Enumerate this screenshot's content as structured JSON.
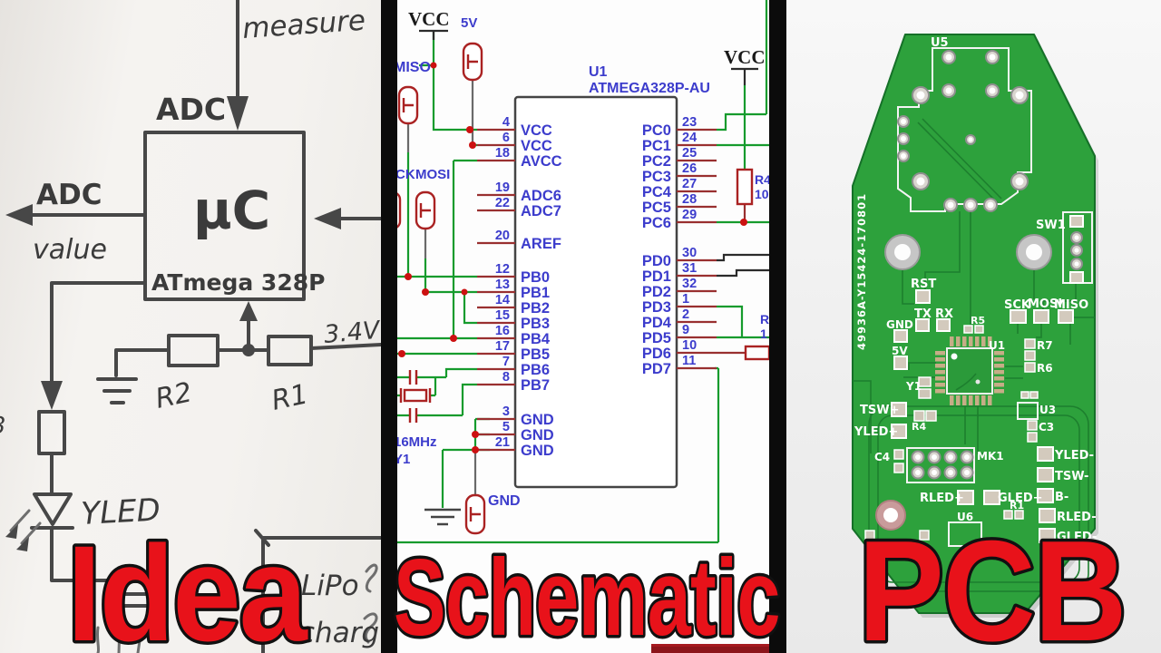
{
  "captions": {
    "idea": "Idea",
    "schematic": "Schematic",
    "pcb": "PCB"
  },
  "colors": {
    "caption_red": "#e8121a",
    "caption_outline": "#111111",
    "board_green": "#2da13c",
    "trace_green": "#1d7f2e",
    "wire_green": "#169b2d",
    "pin_stub_red": "#993030",
    "schematic_label_blue": "#3c3ccc",
    "divider_black": "#0b0b0b",
    "maroon_bar": "#8c151b",
    "pencil_gray": "#474747"
  },
  "sketch": {
    "measure": "measure",
    "adc_in": "ADC",
    "adc_out": "ADC",
    "adc_out_value": "value",
    "mcu_symbol": "µC",
    "mcu_part": "ATmega 328P",
    "r2": "R2",
    "r1": "R1",
    "rail_voltage": "3.4V",
    "led_label": "YLED",
    "battery": "LiPo",
    "charger": "charg",
    "edge_digit": "3"
  },
  "schematic": {
    "title_ref": "U1",
    "title_value": "ATMEGA328P-AU",
    "vcc_left": "VCC",
    "v5": "5V",
    "miso": "MISO",
    "sck": "CK",
    "mosi": "MOSI",
    "vcc_right": "VCC",
    "gnd_testpoint": "GND",
    "xtal_freq": "16MHz",
    "xtal_ref": "Y1",
    "r4_ref": "R4",
    "r4_value": "10",
    "r_right_ref": "R",
    "r_right_value": "1",
    "left_pins": [
      {
        "num": "4",
        "name": "VCC"
      },
      {
        "num": "6",
        "name": "VCC"
      },
      {
        "num": "18",
        "name": "AVCC"
      },
      {
        "num": "19",
        "name": "ADC6"
      },
      {
        "num": "22",
        "name": "ADC7"
      },
      {
        "num": "20",
        "name": "AREF"
      },
      {
        "num": "12",
        "name": "PB0"
      },
      {
        "num": "13",
        "name": "PB1"
      },
      {
        "num": "14",
        "name": "PB2"
      },
      {
        "num": "15",
        "name": "PB3"
      },
      {
        "num": "16",
        "name": "PB4"
      },
      {
        "num": "17",
        "name": "PB5"
      },
      {
        "num": "7",
        "name": "PB6"
      },
      {
        "num": "8",
        "name": "PB7"
      },
      {
        "num": "3",
        "name": "GND"
      },
      {
        "num": "5",
        "name": "GND"
      },
      {
        "num": "21",
        "name": "GND"
      }
    ],
    "right_pins": [
      {
        "name": "PC0",
        "num": "23"
      },
      {
        "name": "PC1",
        "num": "24"
      },
      {
        "name": "PC2",
        "num": "25"
      },
      {
        "name": "PC3",
        "num": "26"
      },
      {
        "name": "PC4",
        "num": "27"
      },
      {
        "name": "PC5",
        "num": "28"
      },
      {
        "name": "PC6",
        "num": "29"
      },
      {
        "name": "PD0",
        "num": "30"
      },
      {
        "name": "PD1",
        "num": "31"
      },
      {
        "name": "PD2",
        "num": "32"
      },
      {
        "name": "PD3",
        "num": "1"
      },
      {
        "name": "PD4",
        "num": "2"
      },
      {
        "name": "PD5",
        "num": "9"
      },
      {
        "name": "PD6",
        "num": "10"
      },
      {
        "name": "PD7",
        "num": "11"
      }
    ]
  },
  "pcb": {
    "board_id": "49936A-Y15424-170801",
    "refs": {
      "u5": "U5",
      "sw1": "SW1",
      "rst": "RST",
      "tx": "TX",
      "rx": "RX",
      "gnd": "GND",
      "v5": "5V",
      "sck": "SCK",
      "mosi": "MOSI",
      "miso": "MISO",
      "r5": "R5",
      "u1": "U1",
      "r7": "R7",
      "r6": "R6",
      "y1": "Y1",
      "tsw_plus": "TSW+",
      "yled_plus": "YLED+",
      "r4": "R4",
      "u3": "U3",
      "c3": "C3",
      "c4": "C4",
      "mk1": "MK1",
      "rled_plus": "RLED+",
      "gled_plus": "GLED+",
      "r1": "R1",
      "u6": "U6",
      "yled_minus": "YLED-",
      "tsw_minus": "TSW-",
      "b_minus": "B-",
      "rled_minus": "RLED-",
      "gled_minus": "GLED-"
    }
  }
}
